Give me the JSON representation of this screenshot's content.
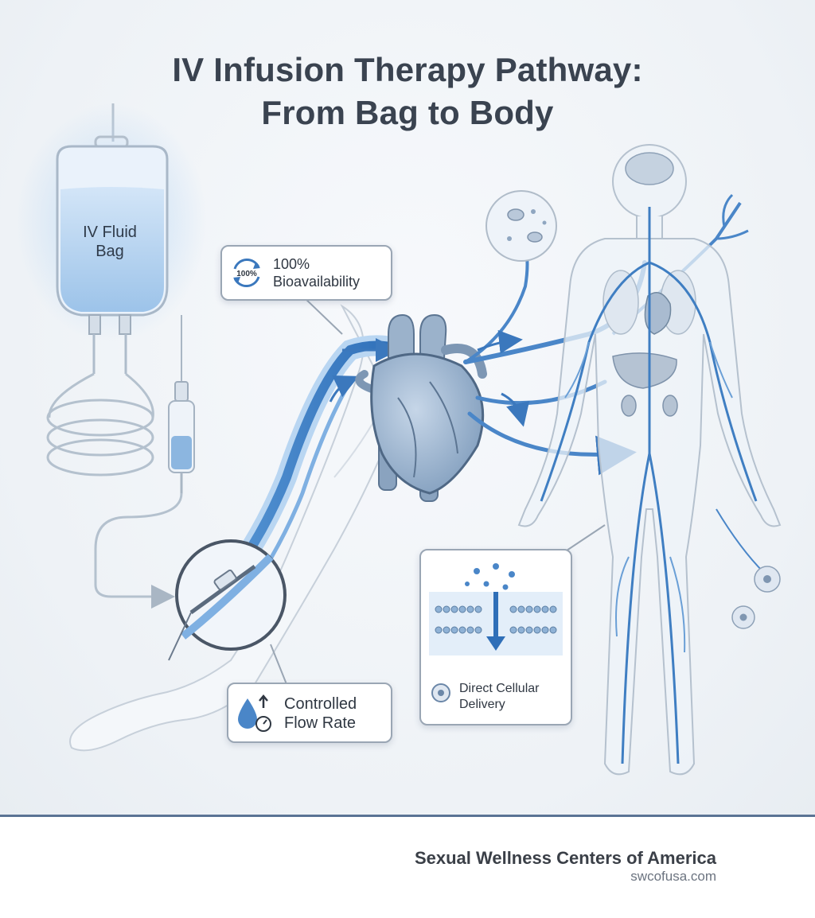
{
  "title": {
    "line1": "IV Infusion Therapy Pathway:",
    "line2": "From Bag to Body"
  },
  "bag": {
    "label_line1": "IV Fluid",
    "label_line2": "Bag"
  },
  "callouts": {
    "bioavailability": {
      "badge": "100%",
      "line1": "100%",
      "line2": "Bioavailability",
      "icon": "cycle-arrows-icon"
    },
    "flow_rate": {
      "line1": "Controlled",
      "line2": "Flow Rate",
      "icon": "droplet-gauge-icon"
    },
    "cellular": {
      "line1": "Direct Cellular",
      "line2": "Delivery",
      "icon": "cell-icon"
    }
  },
  "footer": {
    "organization": "Sexual Wellness Centers of America",
    "url": "swcofusa.com"
  },
  "colors": {
    "title": "#3a4350",
    "accent_blue": "#2f6fb8",
    "light_blue": "#9ec4ea",
    "outline": "#9aa6b4",
    "divider": "#5a7394"
  }
}
